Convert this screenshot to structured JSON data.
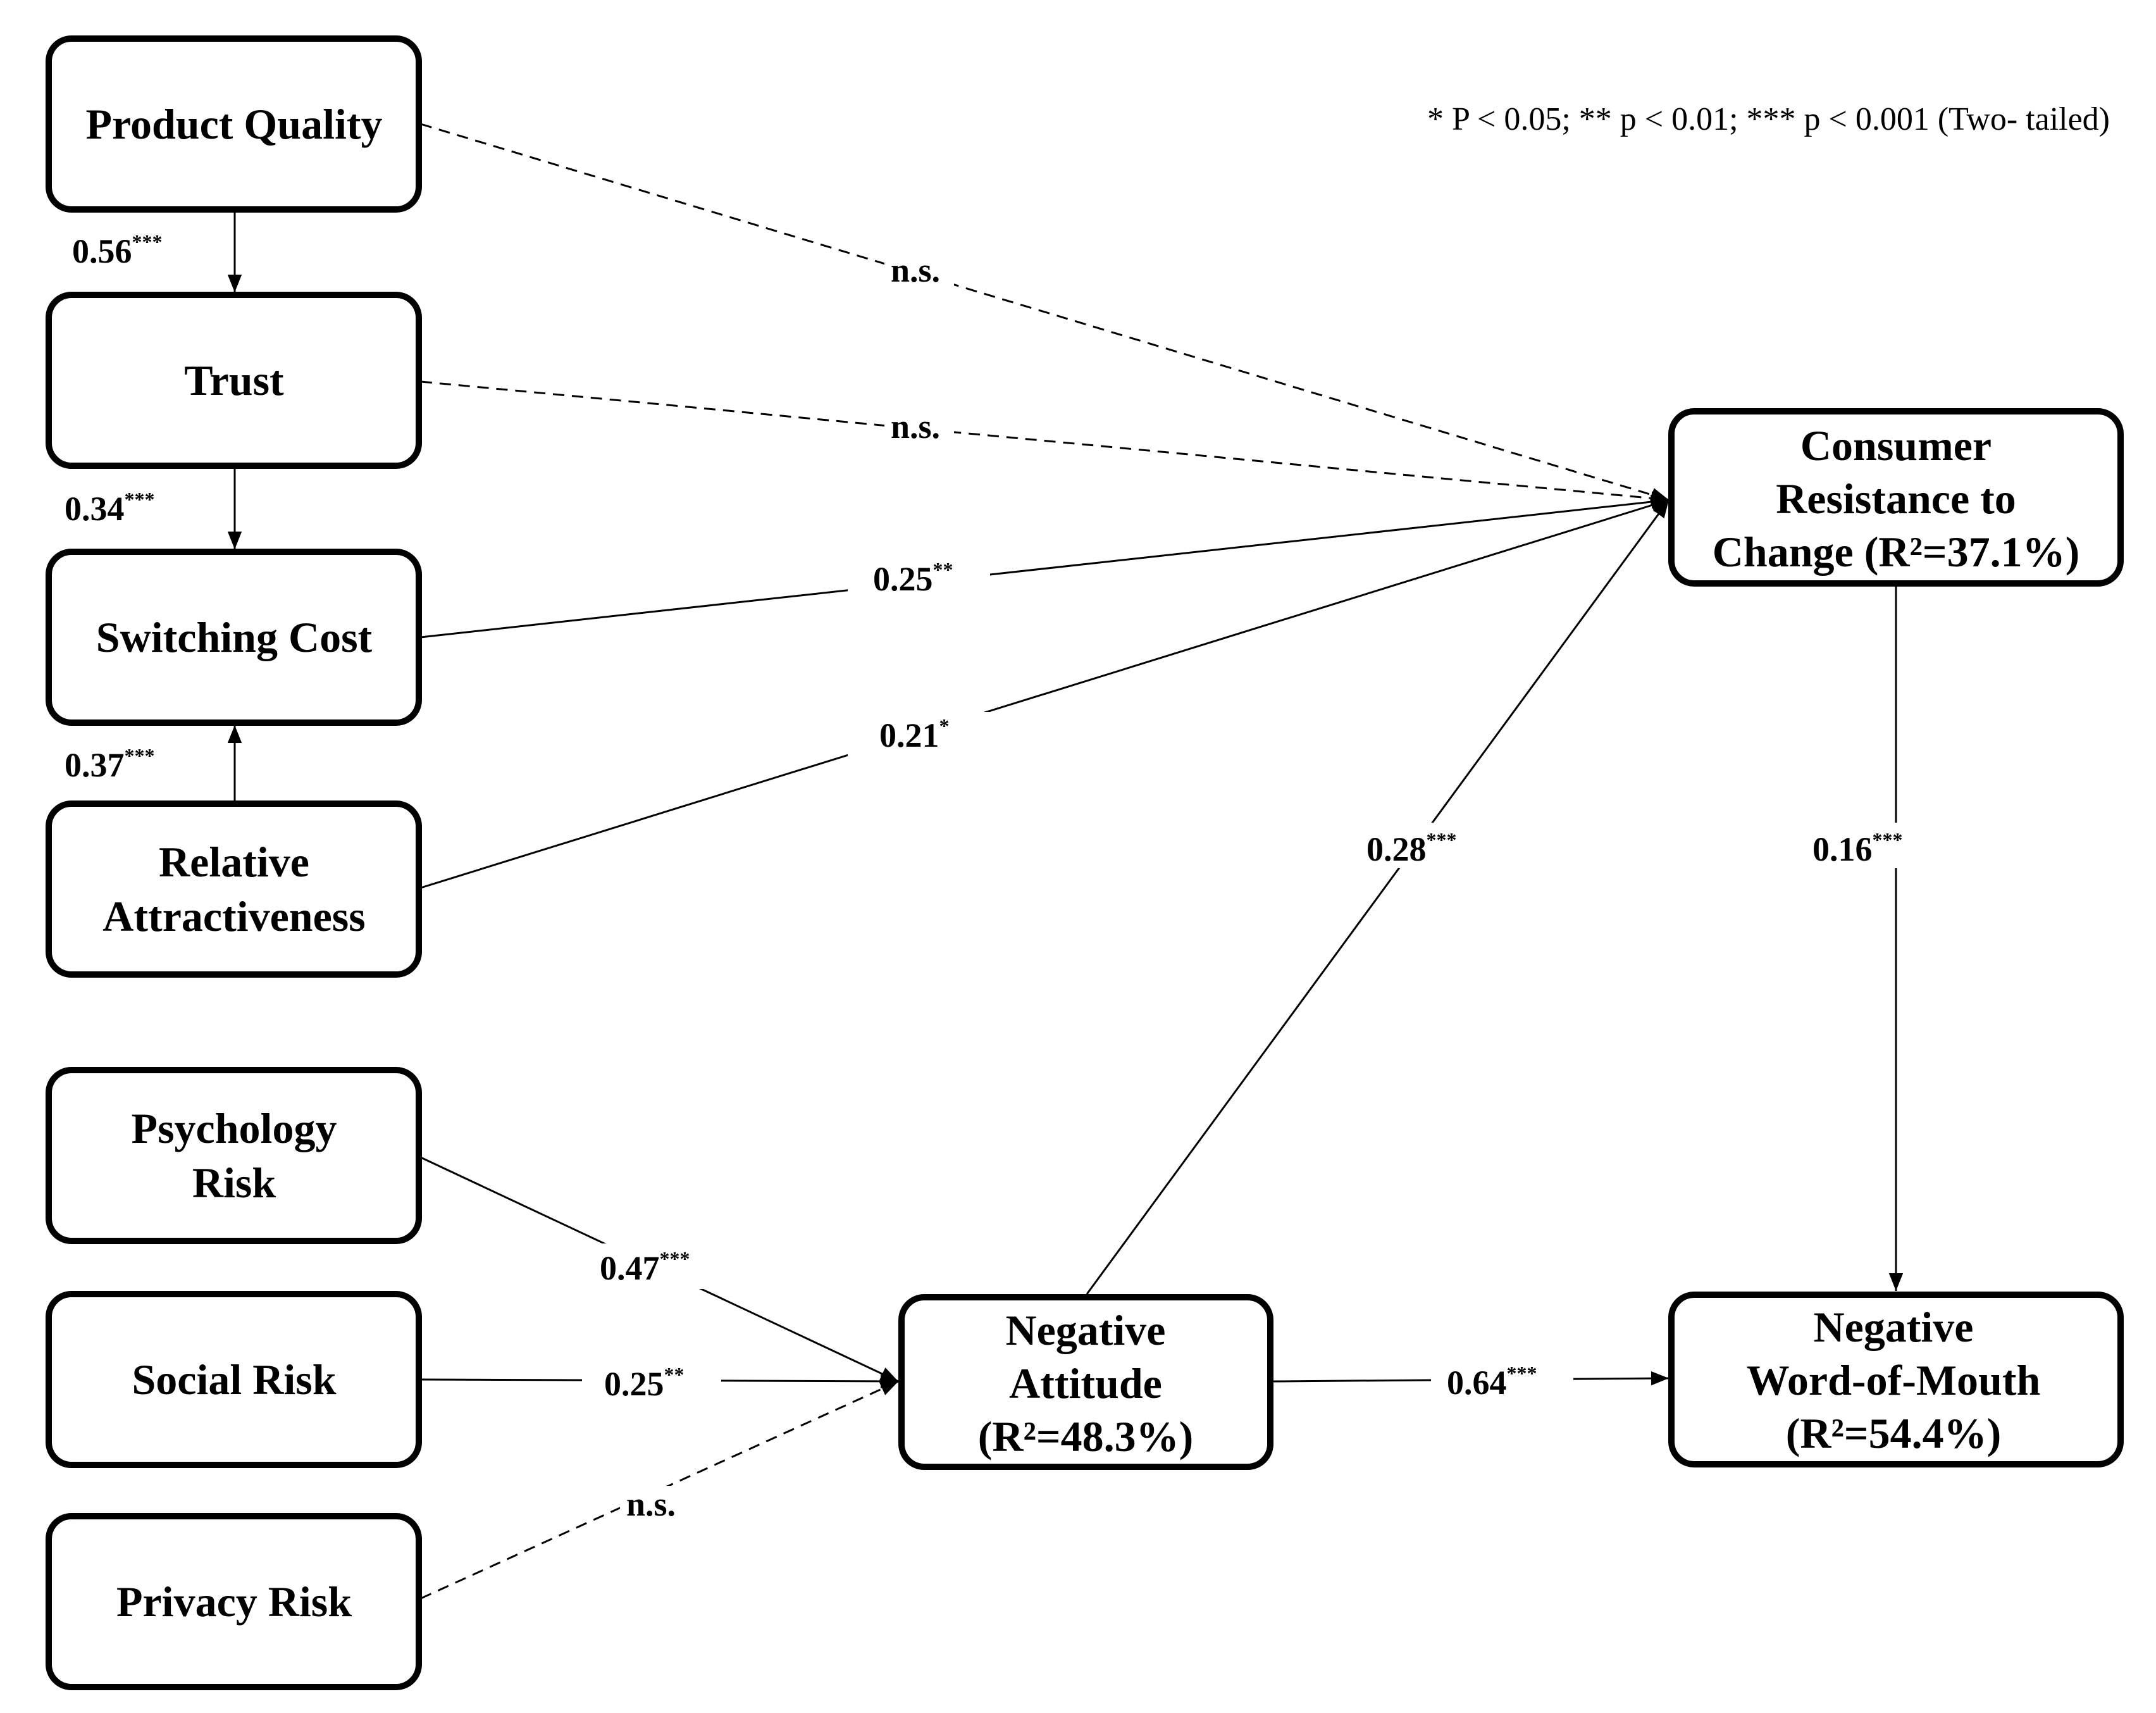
{
  "note": "* P < 0.05; ** p < 0.01; *** p < 0.001 (Two- tailed)",
  "nodes": {
    "product_quality": [
      "Product Quality"
    ],
    "trust": [
      "Trust"
    ],
    "switching_cost": [
      "Switching Cost"
    ],
    "relative_attractiveness": [
      "Relative",
      "Attractiveness"
    ],
    "psychology_risk": [
      "Psychology",
      "Risk"
    ],
    "social_risk": [
      "Social Risk"
    ],
    "privacy_risk": [
      "Privacy Risk"
    ],
    "negative_attitude": [
      "Negative",
      "Attitude",
      "(R²=48.3%)"
    ],
    "consumer_resistance": [
      "Consumer",
      "Resistance to",
      "Change (R²=37.1%)"
    ],
    "negative_wom": [
      "Negative",
      "Word-of-Mouth",
      "(R²=54.4%)"
    ]
  },
  "edges": [
    {
      "from": "Product Quality",
      "to": "Trust",
      "coef": "0.56",
      "sig": "***",
      "style": "solid"
    },
    {
      "from": "Trust",
      "to": "Switching Cost",
      "coef": "0.34",
      "sig": "***",
      "style": "solid"
    },
    {
      "from": "Relative Attractiveness",
      "to": "Switching Cost",
      "coef": "0.37",
      "sig": "***",
      "style": "solid"
    },
    {
      "from": "Product Quality",
      "to": "Consumer Resistance to Change",
      "coef": "n.s.",
      "sig": "",
      "style": "dashed"
    },
    {
      "from": "Trust",
      "to": "Consumer Resistance to Change",
      "coef": "n.s.",
      "sig": "",
      "style": "dashed"
    },
    {
      "from": "Switching Cost",
      "to": "Consumer Resistance to Change",
      "coef": "0.25",
      "sig": "**",
      "style": "solid"
    },
    {
      "from": "Relative Attractiveness",
      "to": "Consumer Resistance to Change",
      "coef": "0.21",
      "sig": "*",
      "style": "solid"
    },
    {
      "from": "Negative Attitude",
      "to": "Consumer Resistance to Change",
      "coef": "0.28",
      "sig": "***",
      "style": "solid"
    },
    {
      "from": "Consumer Resistance to Change",
      "to": "Negative Word-of-Mouth",
      "coef": "0.16",
      "sig": "***",
      "style": "solid"
    },
    {
      "from": "Psychology Risk",
      "to": "Negative Attitude",
      "coef": "0.47",
      "sig": "***",
      "style": "solid"
    },
    {
      "from": "Social Risk",
      "to": "Negative Attitude",
      "coef": "0.25",
      "sig": "**",
      "style": "solid"
    },
    {
      "from": "Privacy Risk",
      "to": "Negative Attitude",
      "coef": "n.s.",
      "sig": "",
      "style": "dashed"
    },
    {
      "from": "Negative Attitude",
      "to": "Negative Word-of-Mouth",
      "coef": "0.64",
      "sig": "***",
      "style": "solid"
    }
  ]
}
